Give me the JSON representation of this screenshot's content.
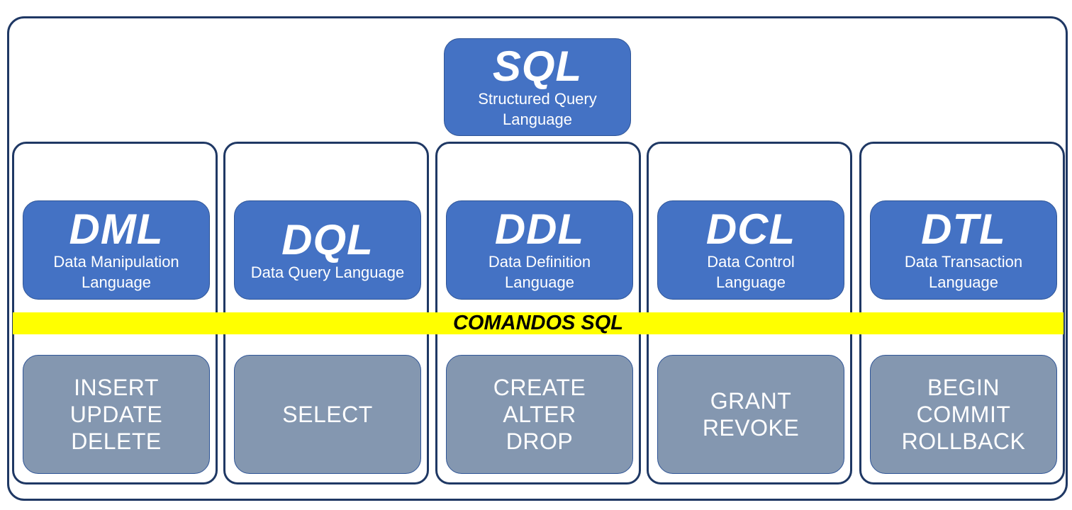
{
  "root": {
    "acronym": "SQL",
    "subtitle": "Structured Query Language"
  },
  "banner": "COMANDOS SQL",
  "categories": [
    {
      "acronym": "DML",
      "subtitle": "Data Manipulation Language",
      "commands": [
        "INSERT",
        "UPDATE",
        "DELETE"
      ]
    },
    {
      "acronym": "DQL",
      "subtitle": "Data Query Language",
      "commands": [
        "SELECT"
      ]
    },
    {
      "acronym": "DDL",
      "subtitle": "Data Definition Language",
      "commands": [
        "CREATE",
        "ALTER",
        "DROP"
      ]
    },
    {
      "acronym": "DCL",
      "subtitle": "Data Control Language",
      "commands": [
        "GRANT",
        "REVOKE"
      ]
    },
    {
      "acronym": "DTL",
      "subtitle": "Data Transaction Language",
      "commands": [
        "BEGIN",
        "COMMIT",
        "ROLLBACK"
      ]
    }
  ],
  "colors": {
    "frame": "#1f3864",
    "category_box": "#4472c4",
    "command_box": "#8497b0",
    "banner": "#ffff00"
  }
}
